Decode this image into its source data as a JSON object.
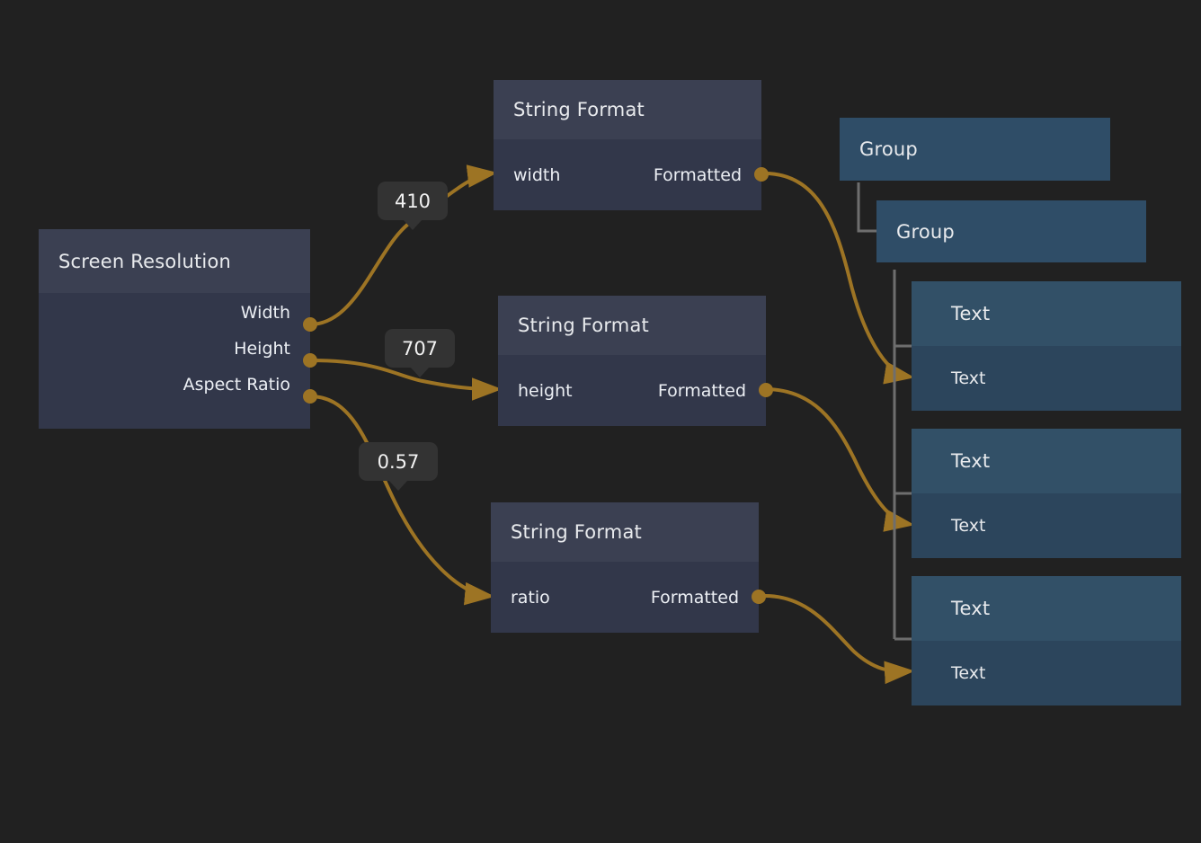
{
  "canvas": {
    "background": "#212121",
    "wire_color": "#9d7424",
    "tree_line_color": "#6e6e6e"
  },
  "nodes": {
    "screen_resolution": {
      "title": "Screen Resolution",
      "outputs": [
        {
          "label": "Width"
        },
        {
          "label": "Height"
        },
        {
          "label": "Aspect Ratio"
        }
      ]
    },
    "string_format_width": {
      "title": "String Format",
      "input_label": "width",
      "output_label": "Formatted"
    },
    "string_format_height": {
      "title": "String Format",
      "input_label": "height",
      "output_label": "Formatted"
    },
    "string_format_ratio": {
      "title": "String Format",
      "input_label": "ratio",
      "output_label": "Formatted"
    },
    "group_outer": {
      "title": "Group"
    },
    "group_inner": {
      "title": "Group"
    },
    "text_nodes": [
      {
        "title": "Text",
        "body": "Text"
      },
      {
        "title": "Text",
        "body": "Text"
      },
      {
        "title": "Text",
        "body": "Text"
      }
    ]
  },
  "value_bubbles": [
    {
      "value": "410"
    },
    {
      "value": "707"
    },
    {
      "value": "0.57"
    }
  ]
}
